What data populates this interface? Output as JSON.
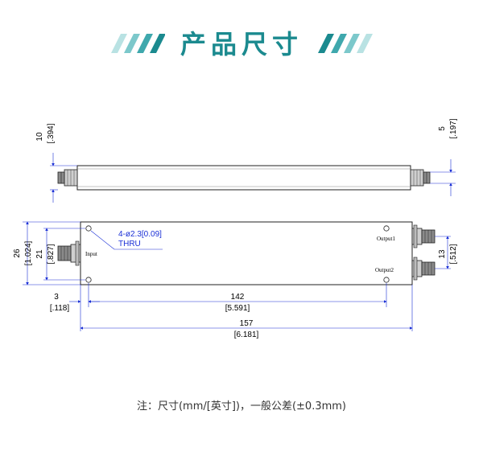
{
  "header": {
    "title": "产品尺寸",
    "accent_color": "#1b8a8f"
  },
  "side_view": {
    "left_dim": {
      "value": "10",
      "inch": "[.394]"
    },
    "right_dim": {
      "value": "5",
      "inch": "[.197]"
    }
  },
  "top_view": {
    "hole_callout": {
      "line1": "4-ø2.3[0.09]",
      "line2": "THRU"
    },
    "port_labels": {
      "input": "Input",
      "output1": "Output1",
      "output2": "Output2"
    },
    "dims": {
      "height_total": {
        "value": "26",
        "inch": "[1.024]"
      },
      "height_inner": {
        "value": "21",
        "inch": "[.827]"
      },
      "right_spacing": {
        "value": "13",
        "inch": "[.512]"
      },
      "hole_offset": {
        "value": "3",
        "inch": "[.118]"
      },
      "hole_span": {
        "value": "142",
        "inch": "[5.591]"
      },
      "total_length": {
        "value": "157",
        "inch": "[6.181]"
      }
    }
  },
  "note": "注：尺寸(mm/[英寸])，一般公差(±0.3mm)"
}
